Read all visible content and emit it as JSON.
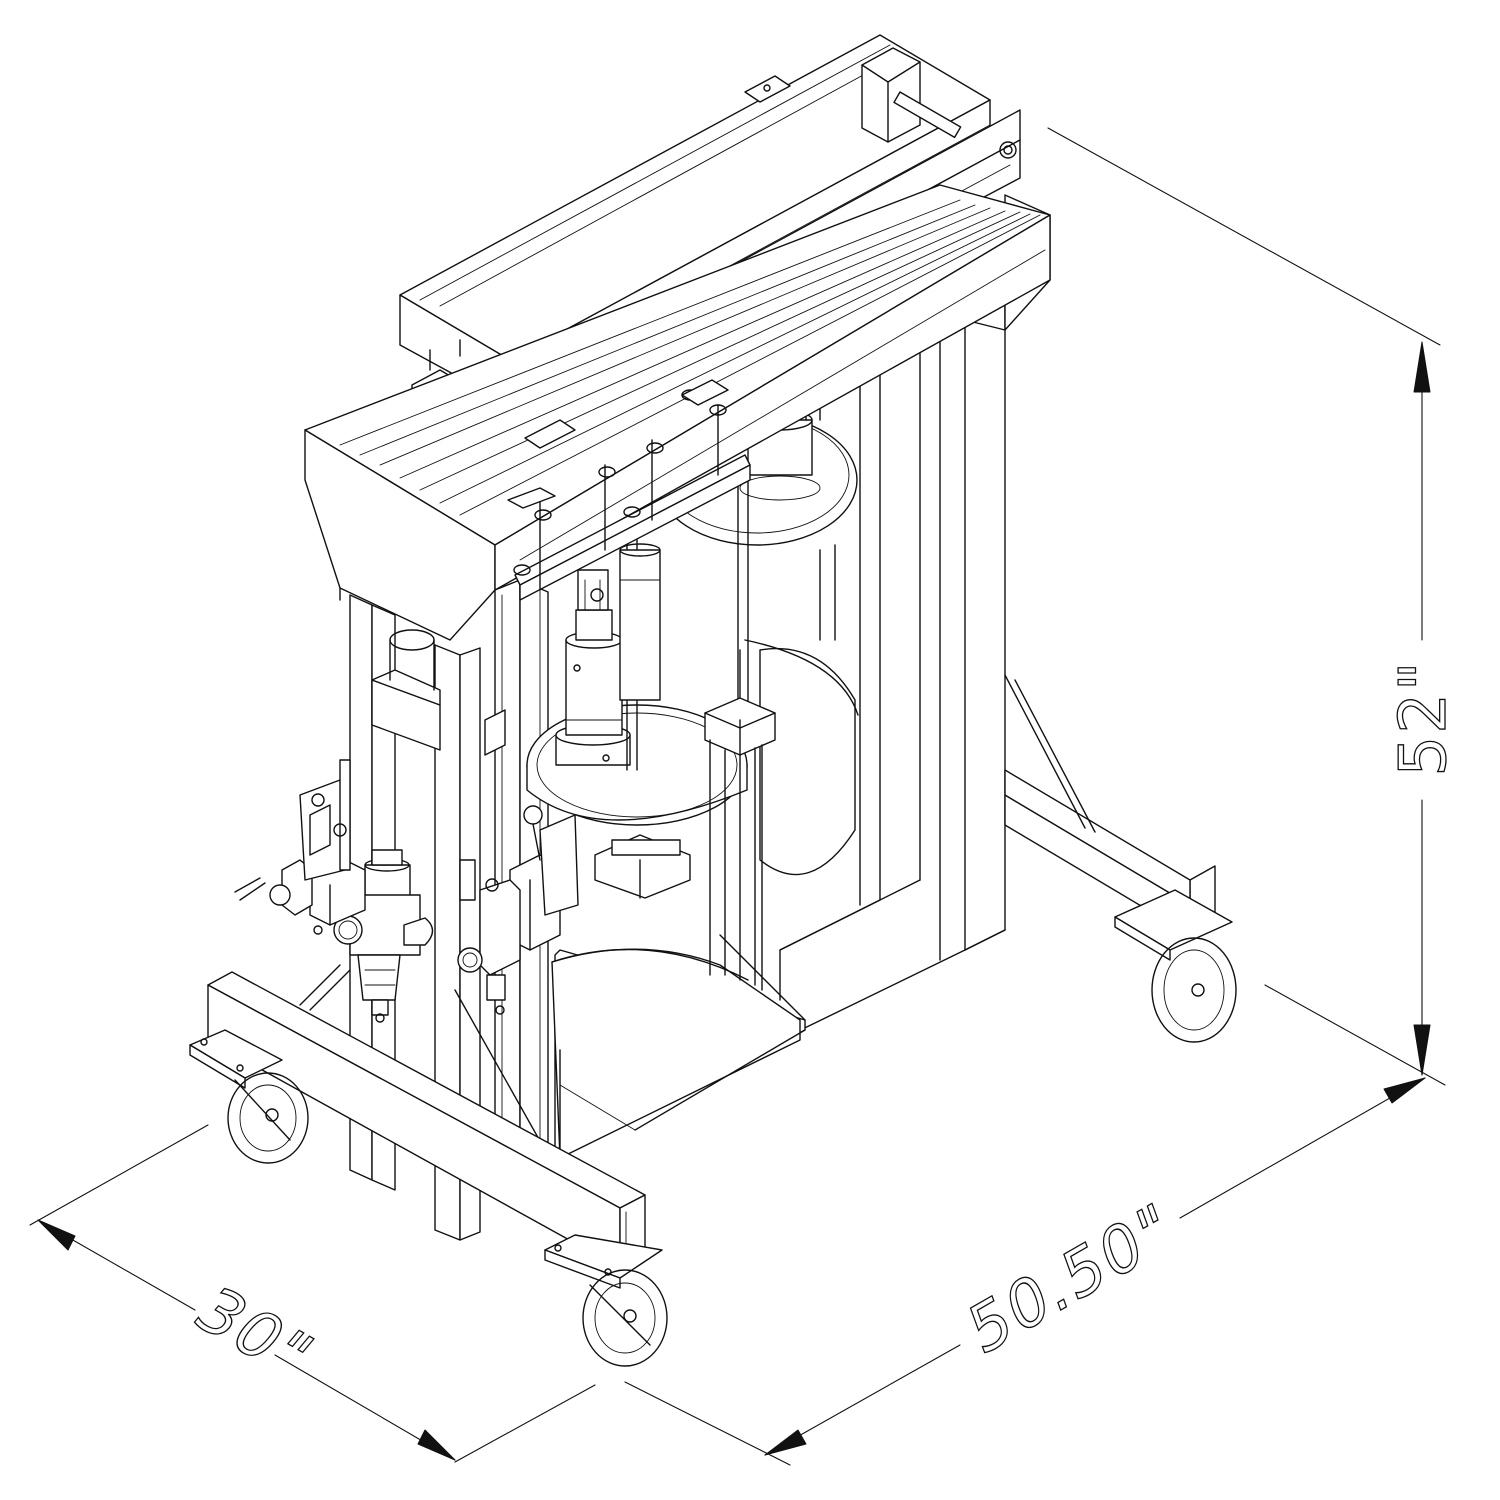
{
  "dimensions": {
    "height": "52\"",
    "length": "50.50\"",
    "width": "30\""
  }
}
